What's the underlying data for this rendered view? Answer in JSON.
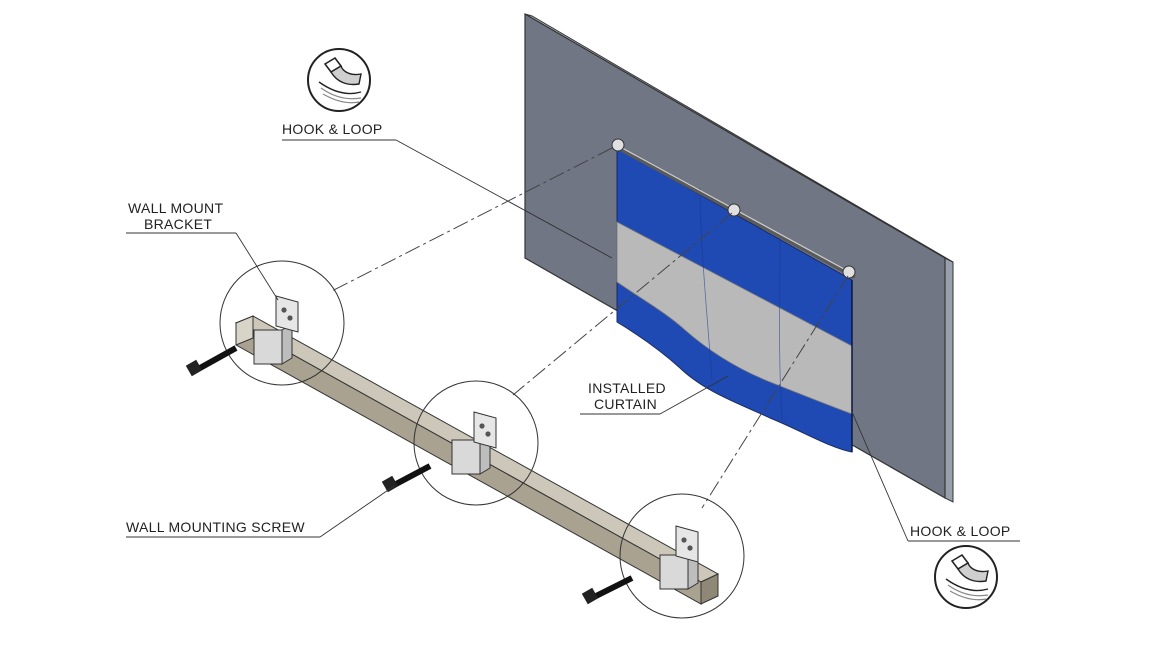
{
  "labels": {
    "hook_loop_top": "HOOK & LOOP",
    "wall_mount_bracket_line1": "WALL MOUNT",
    "wall_mount_bracket_line2": "BRACKET",
    "installed_curtain_line1": "INSTALLED",
    "installed_curtain_line2": "CURTAIN",
    "wall_mounting_screw": "WALL MOUNTING SCREW",
    "hook_loop_bottom": "HOOK & LOOP"
  },
  "icons": {
    "hook_loop_top": "hook-and-loop-icon",
    "hook_loop_bottom": "hook-and-loop-icon"
  },
  "colors": {
    "wall": "#707684",
    "curtain_blue": "#1f49b3",
    "curtain_stripe": "#b9b9b9",
    "rail": "#a9a291",
    "bracket": "#d9d9d9"
  }
}
